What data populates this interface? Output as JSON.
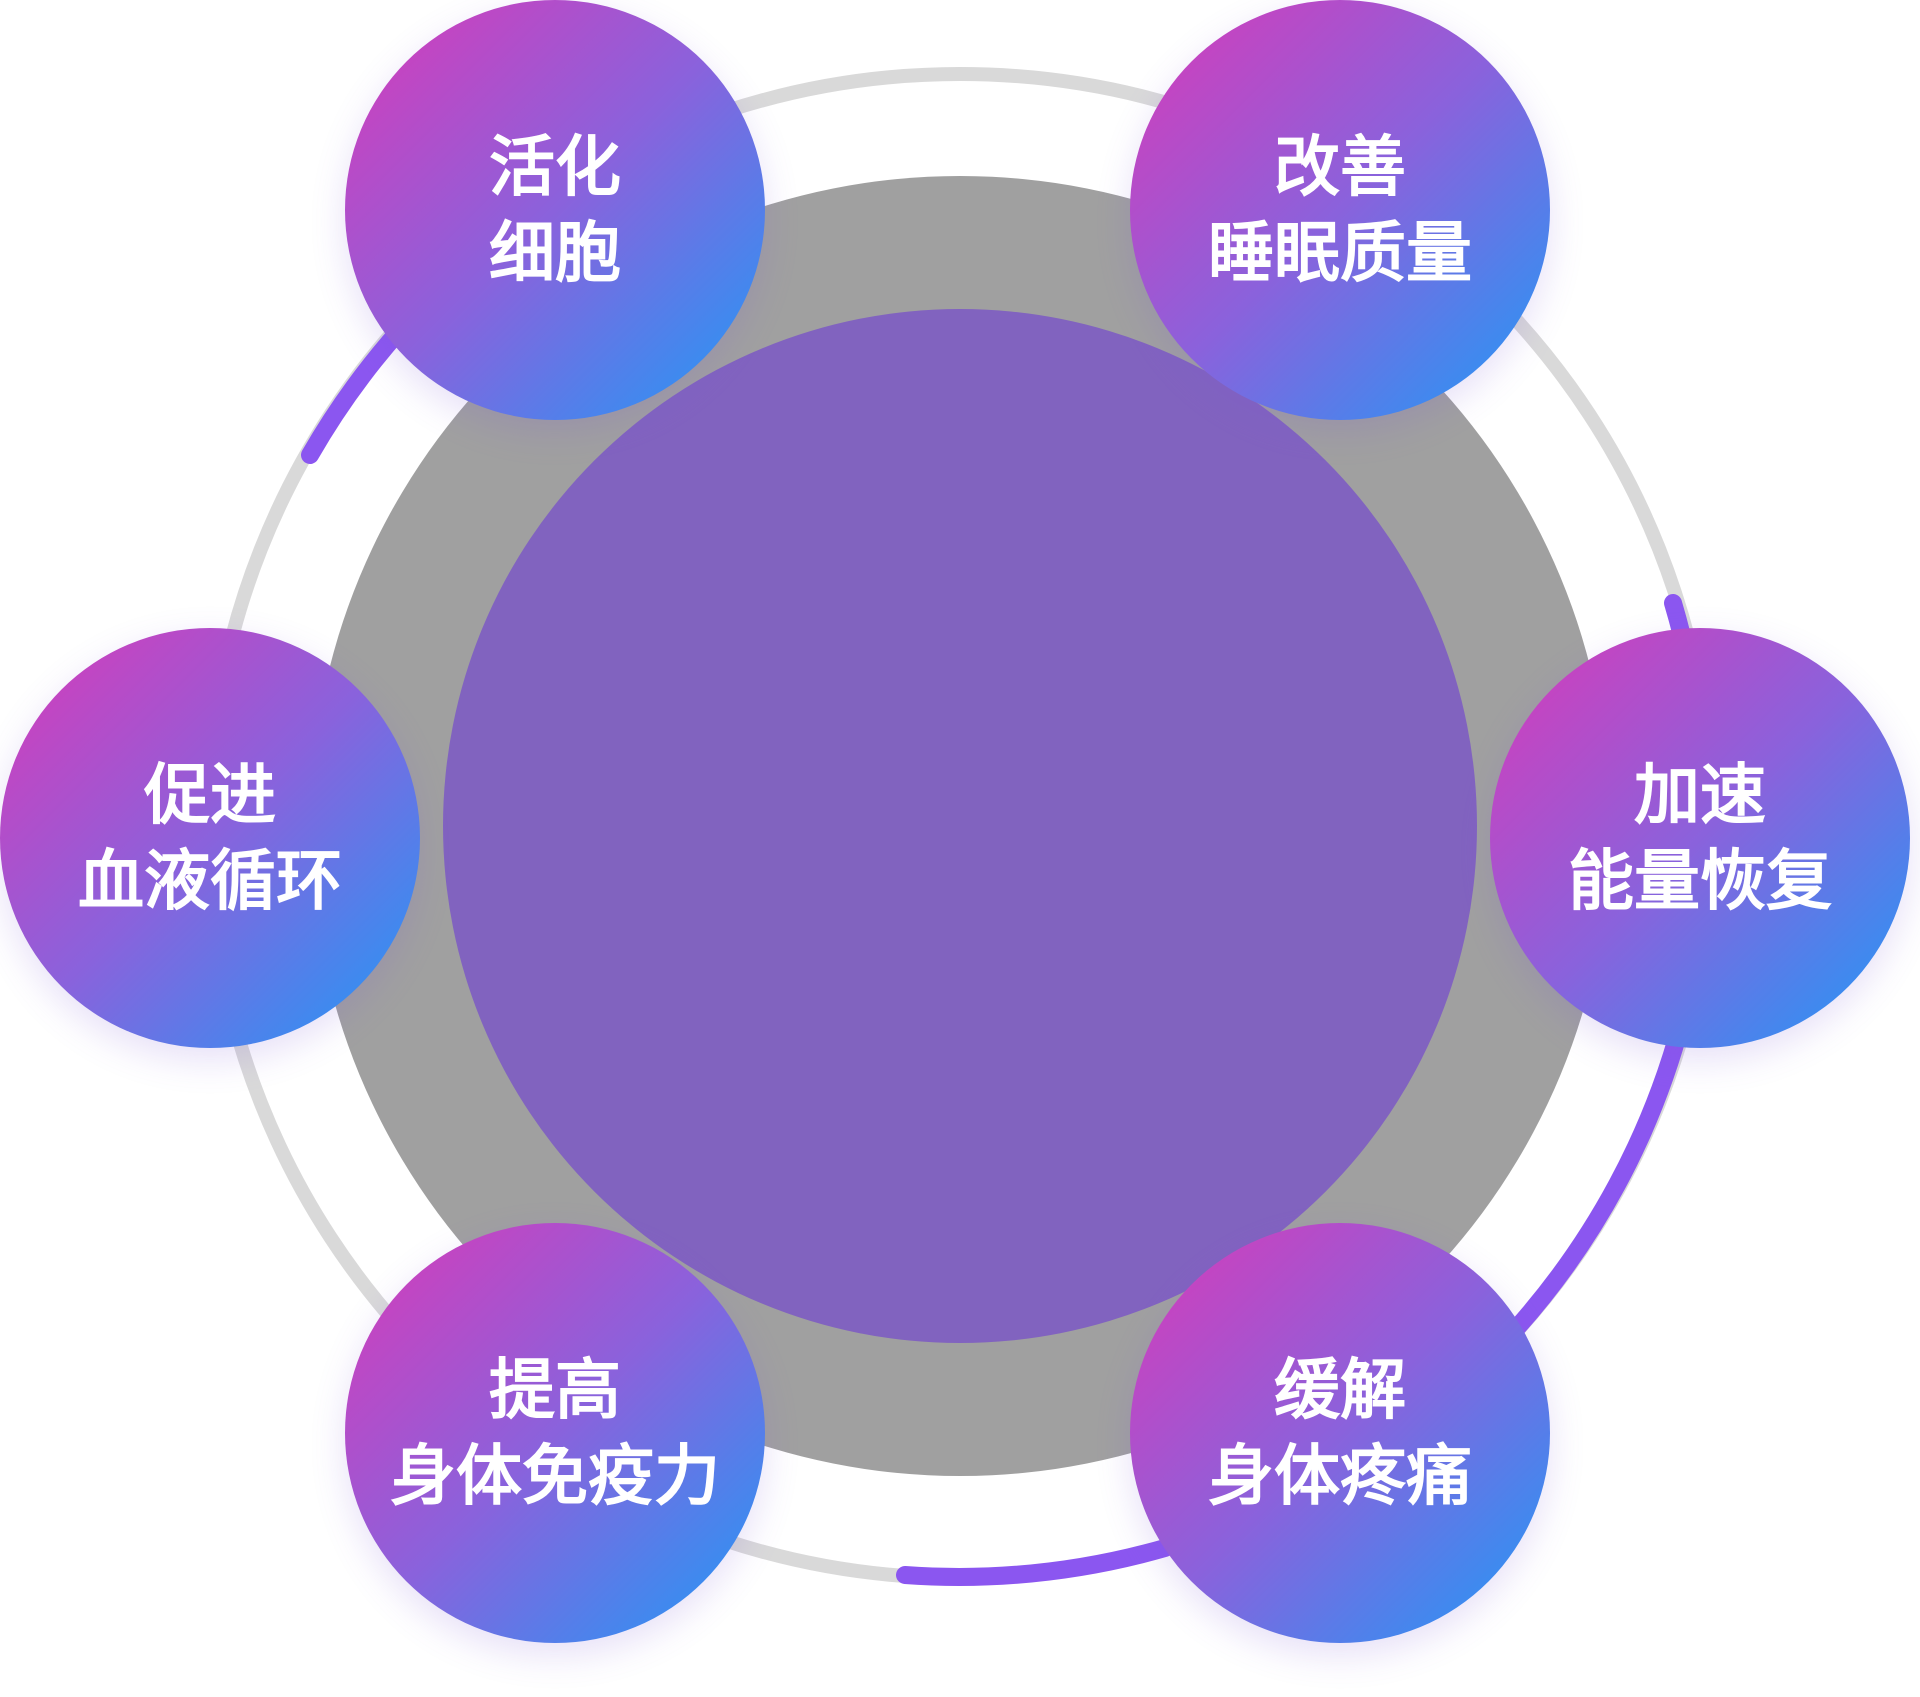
{
  "colors": {
    "outer_ring": "#d9d9d9",
    "accent_arc": "#8b56f0",
    "gray_disc": "#a0a0a0",
    "center_disc": "#8163bf",
    "node_gradient_start": "#d93ab8",
    "node_gradient_mid": "#8a62dc",
    "node_gradient_end": "#1e9bf7",
    "node_text": "#ffffff"
  },
  "nodes": [
    {
      "id": "activate-cells",
      "lines": [
        "活化",
        "细胞"
      ]
    },
    {
      "id": "improve-sleep",
      "lines": [
        "改善",
        "睡眠质量"
      ]
    },
    {
      "id": "speed-recovery",
      "lines": [
        "加速",
        "能量恢复"
      ]
    },
    {
      "id": "relieve-pain",
      "lines": [
        "缓解",
        "身体疼痛"
      ]
    },
    {
      "id": "boost-immunity",
      "lines": [
        "提高",
        "身体免疫力"
      ]
    },
    {
      "id": "promote-circulation",
      "lines": [
        "促进",
        "血液循环"
      ]
    }
  ]
}
